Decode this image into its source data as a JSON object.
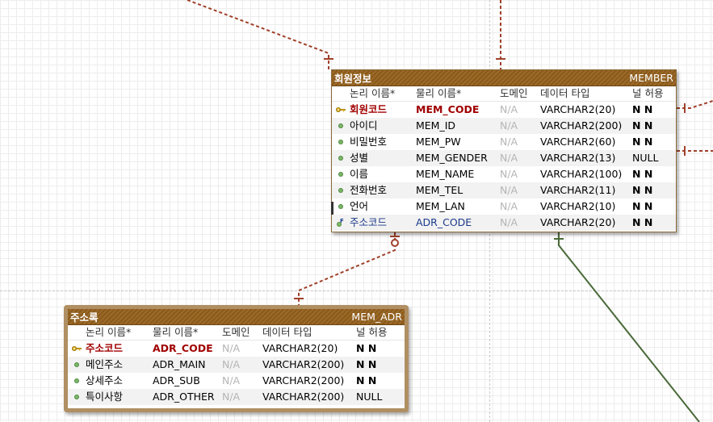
{
  "entities": {
    "member": {
      "title": "회원정보",
      "physical_name": "MEMBER",
      "headers": {
        "logical": "논리 이름*",
        "physical": "물리 이름*",
        "domain": "도메인",
        "datatype": "데이터 타입",
        "null": "널 허용"
      },
      "rows": [
        {
          "key": "pk",
          "logical": "회원코드",
          "physical": "MEM_CODE",
          "domain": "N/A",
          "datatype": "VARCHAR2(20)",
          "null": "N N"
        },
        {
          "key": "none",
          "logical": "아이디",
          "physical": "MEM_ID",
          "domain": "N/A",
          "datatype": "VARCHAR2(200)",
          "null": "N N"
        },
        {
          "key": "none",
          "logical": "비밀번호",
          "physical": "MEM_PW",
          "domain": "N/A",
          "datatype": "VARCHAR2(60)",
          "null": "N N"
        },
        {
          "key": "none",
          "logical": "성별",
          "physical": "MEM_GENDER",
          "domain": "N/A",
          "datatype": "VARCHAR2(13)",
          "null": "NULL"
        },
        {
          "key": "none",
          "logical": "이름",
          "physical": "MEM_NAME",
          "domain": "N/A",
          "datatype": "VARCHAR2(100)",
          "null": "N N"
        },
        {
          "key": "none",
          "logical": "전화번호",
          "physical": "MEM_TEL",
          "domain": "N/A",
          "datatype": "VARCHAR2(11)",
          "null": "N N"
        },
        {
          "key": "none",
          "logical": "언어",
          "physical": "MEM_LAN",
          "domain": "N/A",
          "datatype": "VARCHAR2(10)",
          "null": "N N"
        },
        {
          "key": "fk",
          "logical": "주소코드",
          "physical": "ADR_CODE",
          "domain": "N/A",
          "datatype": "VARCHAR2(20)",
          "null": "N N"
        }
      ]
    },
    "address": {
      "title": "주소록",
      "physical_name": "MEM_ADR",
      "headers": {
        "logical": "논리 이름*",
        "physical": "물리 이름*",
        "domain": "도메인",
        "datatype": "데이터 타입",
        "null": "널 허용"
      },
      "rows": [
        {
          "key": "pk",
          "logical": "주소코드",
          "physical": "ADR_CODE",
          "domain": "N/A",
          "datatype": "VARCHAR2(20)",
          "null": "N N"
        },
        {
          "key": "none",
          "logical": "메인주소",
          "physical": "ADR_MAIN",
          "domain": "N/A",
          "datatype": "VARCHAR2(200)",
          "null": "N N"
        },
        {
          "key": "none",
          "logical": "상세주소",
          "physical": "ADR_SUB",
          "domain": "N/A",
          "datatype": "VARCHAR2(200)",
          "null": "N N"
        },
        {
          "key": "none",
          "logical": "특이사항",
          "physical": "ADR_OTHER",
          "domain": "N/A",
          "datatype": "VARCHAR2(200)",
          "null": "NULL"
        }
      ]
    }
  },
  "colors": {
    "relationship_identifying": "#a0402a",
    "relationship_non_identifying": "#4a6a3a",
    "primary_key_text": "#a00000",
    "foreign_key_text": "#1b3a8a",
    "title_bar": "#8a5a1c"
  },
  "icons": {
    "primary_key": "key-icon",
    "foreign_key": "fk-icon",
    "attribute": "attribute-dot-icon"
  }
}
